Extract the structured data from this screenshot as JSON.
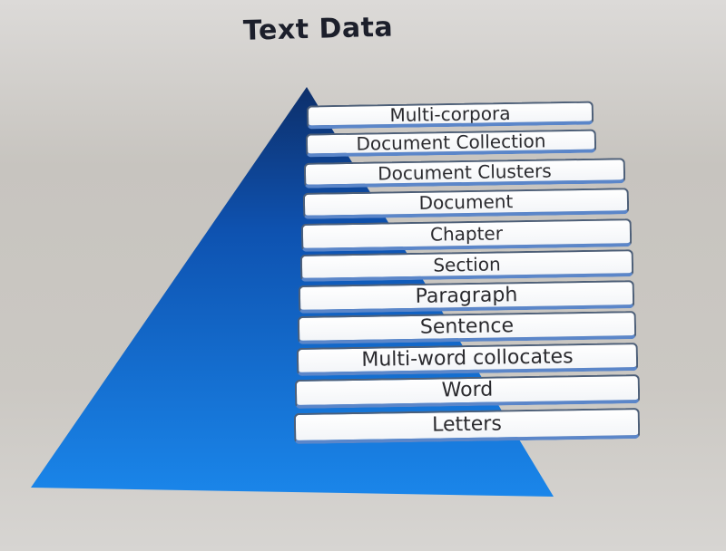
{
  "title": "Text Data",
  "colors": {
    "pyramid_light": "#1a86ea",
    "pyramid_dark": "#0d2f6a",
    "bar_accent": "#5b86c9"
  },
  "levels": [
    "Multi-corpora",
    "Document Collection",
    "Document Clusters",
    "Document",
    "Chapter",
    "Section",
    "Paragraph",
    "Sentence",
    "Multi-word collocates",
    "Word",
    "Letters"
  ]
}
